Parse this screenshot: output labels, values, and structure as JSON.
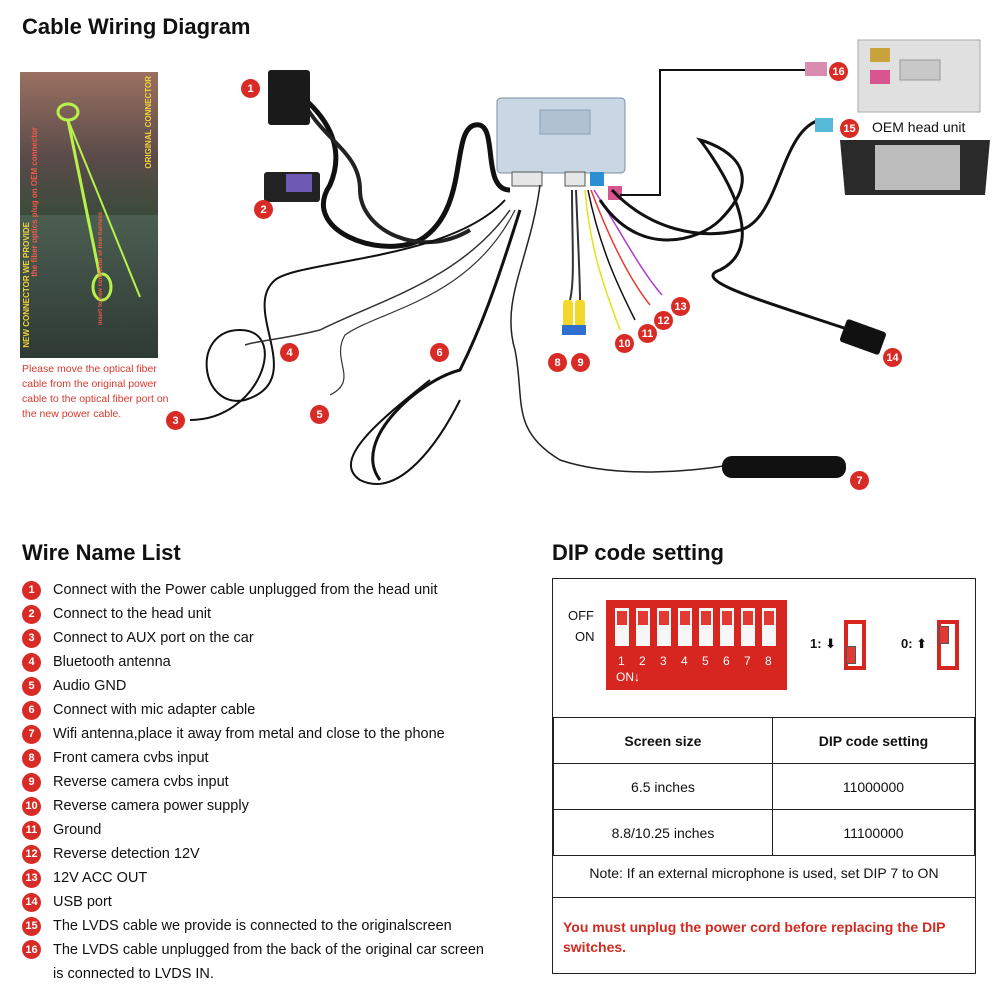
{
  "header": {
    "title": "Cable Wiring Diagram"
  },
  "diagram": {
    "note": "Please move the optical fiber cable from the original power cable to the optical fiber port on the new power cable.",
    "oem_label": "OEM head unit",
    "photo_captions": {
      "original": "ORIGINAL CONNECTOR",
      "fiber": "the fiber optics plug on OEM connector",
      "new_connector": "NEW CONNECTOR WE PROVIDE",
      "insert": "insert to new connector of new harness"
    },
    "callouts": [
      "1",
      "2",
      "3",
      "4",
      "5",
      "6",
      "7",
      "8",
      "9",
      "10",
      "11",
      "12",
      "13",
      "14",
      "15",
      "16"
    ]
  },
  "wire_list": {
    "title": "Wire Name List",
    "items": [
      {
        "num": "1",
        "text": "Connect with the Power cable unplugged from the head unit"
      },
      {
        "num": "2",
        "text": "Connect to the head unit"
      },
      {
        "num": "3",
        "text": "Connect to AUX port on the car"
      },
      {
        "num": "4",
        "text": "Bluetooth antenna"
      },
      {
        "num": "5",
        "text": "Audio GND"
      },
      {
        "num": "6",
        "text": "Connect with mic adapter cable"
      },
      {
        "num": "7",
        "text": "Wifi antenna,place it away from metal and close to the phone"
      },
      {
        "num": "8",
        "text": "Front camera cvbs input"
      },
      {
        "num": "9",
        "text": "Reverse camera cvbs input"
      },
      {
        "num": "10",
        "text": "Reverse camera power supply"
      },
      {
        "num": "11",
        "text": "Ground"
      },
      {
        "num": "12",
        "text": "Reverse detection 12V"
      },
      {
        "num": "13",
        "text": "12V ACC OUT"
      },
      {
        "num": "14",
        "text": "USB port"
      },
      {
        "num": "15",
        "text": "The LVDS cable we provide is connected to the originalscreen"
      },
      {
        "num": "16",
        "text": "The LVDS cable unplugged from the back of the original car screen is connected to LVDS IN."
      }
    ]
  },
  "dip": {
    "title": "DIP code setting",
    "off_label": "OFF",
    "on_label": "ON",
    "on_arrow": "ON↓",
    "switch_numbers": [
      "1",
      "2",
      "3",
      "4",
      "5",
      "6",
      "7",
      "8"
    ],
    "legend_one": "1: ⬇",
    "legend_zero": "0: ⬆",
    "table": {
      "headers": [
        "Screen size",
        "DIP code setting"
      ],
      "rows": [
        [
          "6.5 inches",
          "11000000"
        ],
        [
          "8.8/10.25 inches",
          "11100000"
        ]
      ]
    },
    "note": "Note: If an external microphone is used, set DIP 7 to ON",
    "warning": "You must unplug the power cord before replacing the DIP switches."
  },
  "colors": {
    "accent_red": "#d92b26",
    "warning_red": "#d12a20"
  }
}
